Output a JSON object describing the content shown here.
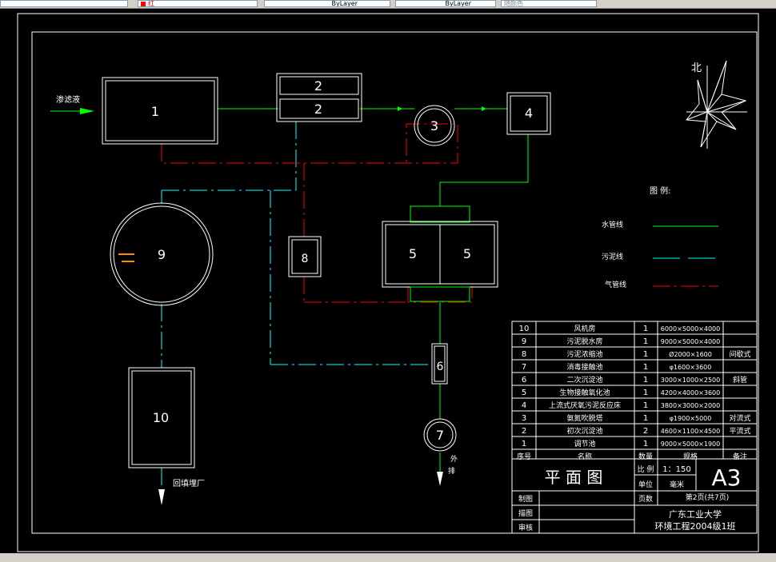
{
  "toolbar": {
    "layer_control": "",
    "color_control": "红",
    "linetype_control": "ByLayer",
    "lineweight_control": "ByLayer",
    "plotstyle_control": "随颜色"
  },
  "drawing": {
    "inflow_label": "渗滤液",
    "units": [
      {
        "id": "1",
        "label": "1"
      },
      {
        "id": "2a",
        "label": "2"
      },
      {
        "id": "2b",
        "label": "2"
      },
      {
        "id": "3",
        "label": "3"
      },
      {
        "id": "4",
        "label": "4"
      },
      {
        "id": "5a",
        "label": "5"
      },
      {
        "id": "5b",
        "label": "5"
      },
      {
        "id": "6",
        "label": "6"
      },
      {
        "id": "7",
        "label": "7"
      },
      {
        "id": "8",
        "label": "8"
      },
      {
        "id": "9",
        "label": "9"
      },
      {
        "id": "10",
        "label": "10"
      }
    ],
    "outlet_label_1": "外",
    "outlet_label_2": "排",
    "landfill_label": "回填埋厂",
    "north_label": "北",
    "legend": {
      "title": "图 例:",
      "items": [
        {
          "label": "水管线",
          "color": "#00ff00"
        },
        {
          "label": "污泥线",
          "color": "#00ffff"
        },
        {
          "label": "气管线",
          "color": "#ff0000"
        }
      ]
    }
  },
  "parts_table": {
    "rows": [
      {
        "no": "10",
        "name": "风机房",
        "qty": "1",
        "spec": "6000×5000×4000",
        "note": ""
      },
      {
        "no": "9",
        "name": "污泥脱水房",
        "qty": "1",
        "spec": "9000×5000×4000",
        "note": ""
      },
      {
        "no": "8",
        "name": "污泥浓缩池",
        "qty": "1",
        "spec": "Ø2000×1600",
        "note": "间歇式"
      },
      {
        "no": "7",
        "name": "消毒接触池",
        "qty": "1",
        "spec": "φ1600×3600",
        "note": ""
      },
      {
        "no": "6",
        "name": "二次沉淀池",
        "qty": "1",
        "spec": "3000×1000×2500",
        "note": "斜管"
      },
      {
        "no": "5",
        "name": "生物接触氧化池",
        "qty": "1",
        "spec": "4200×4000×3600",
        "note": ""
      },
      {
        "no": "4",
        "name": "上流式厌氧污泥反应床",
        "qty": "1",
        "spec": "3800×3000×2000",
        "note": ""
      },
      {
        "no": "3",
        "name": "氨氮吹脱塔",
        "qty": "1",
        "spec": "φ1900×5000",
        "note": "对流式"
      },
      {
        "no": "2",
        "name": "初次沉淀池",
        "qty": "2",
        "spec": "4600×1100×4500",
        "note": "平流式"
      },
      {
        "no": "1",
        "name": "调节池",
        "qty": "1",
        "spec": "9000×5000×1900",
        "note": ""
      }
    ],
    "headers": {
      "no": "序号",
      "name": "名称",
      "qty": "数量",
      "spec": "规格",
      "note": "备注"
    }
  },
  "title_block": {
    "title": "平 面 图",
    "scale_label": "比 例",
    "scale_value": "1：150",
    "unit_label": "单位",
    "unit_value": "毫米",
    "sheet_size": "A3",
    "pages_label": "页数",
    "pages_value": "第2页(共7页)",
    "drawn_label": "制图",
    "traced_label": "描图",
    "checked_label": "审核",
    "org_line1": "广东工业大学",
    "org_line2": "环境工程2004级1班"
  }
}
